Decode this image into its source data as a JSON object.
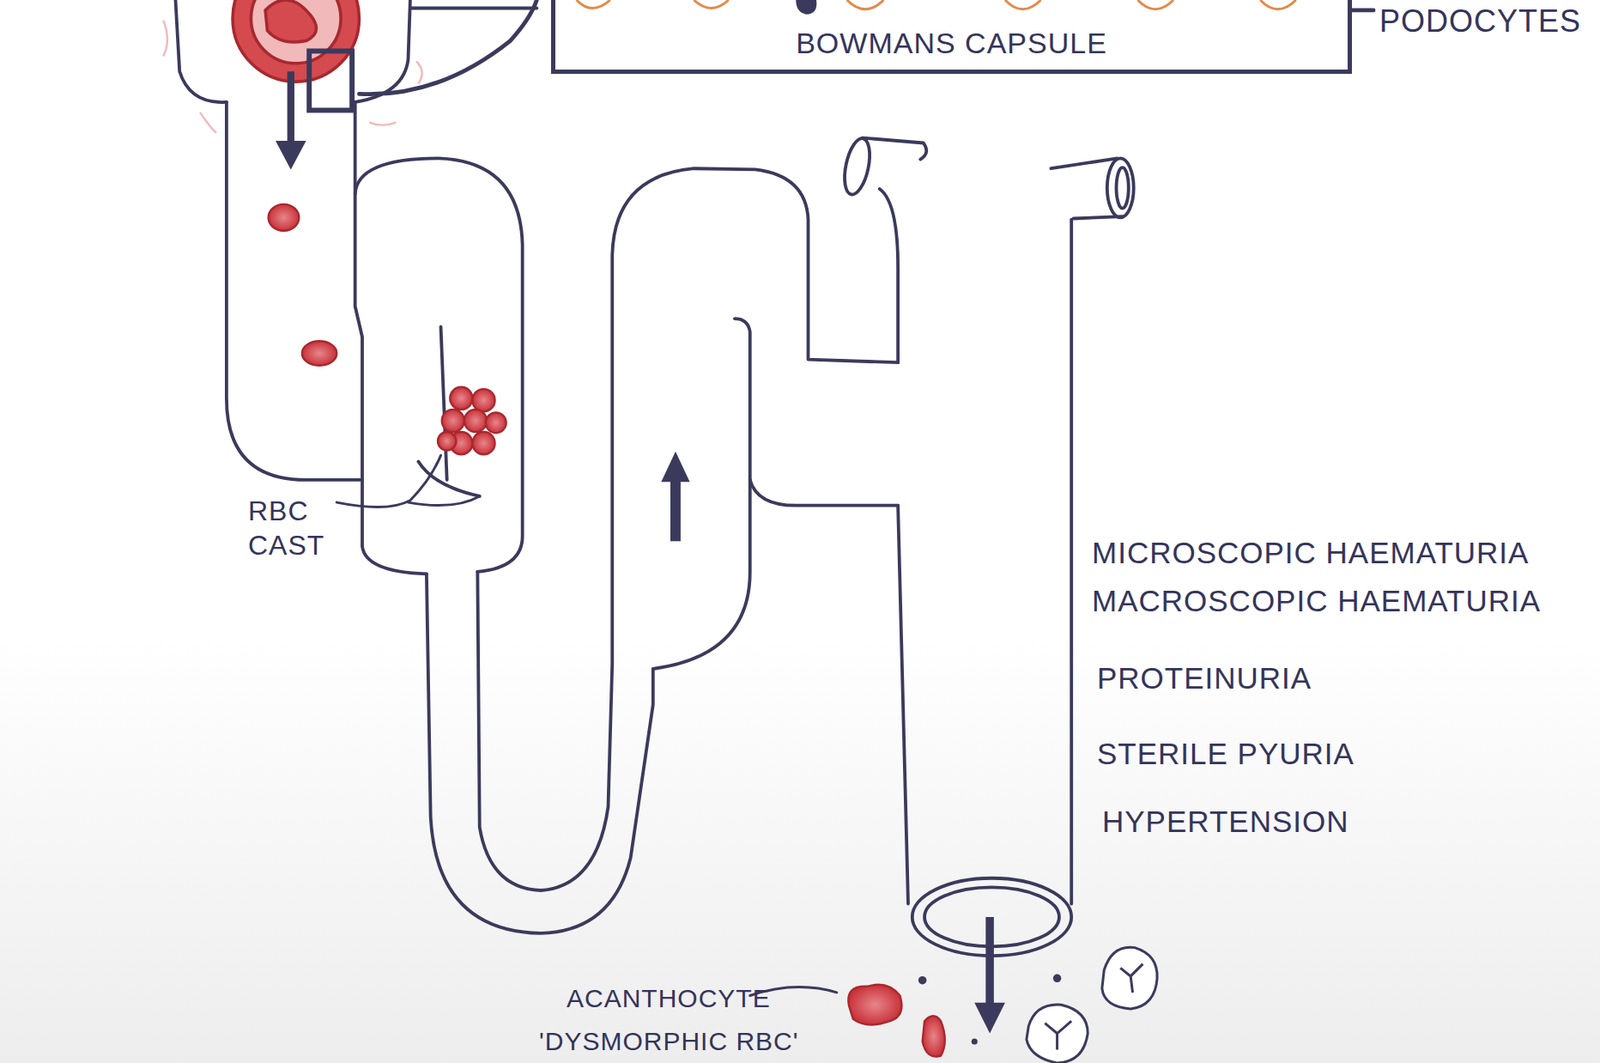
{
  "diagram": {
    "nodes": [
      {
        "text": [
          "BOWMANS CAPSULE"
        ]
      }
    ],
    "labels": [
      "PODOCYTES",
      "RBC CAST",
      "MICROSCOPIC HAEMATURIA",
      "MACROSCOPIC HAEMATURIA",
      "PROTEINURIA",
      "STERILE PYURIA",
      "HYPERTENSION",
      "ACANTHOCYTE",
      "'DYSMORPHIC RBC'"
    ]
  }
}
